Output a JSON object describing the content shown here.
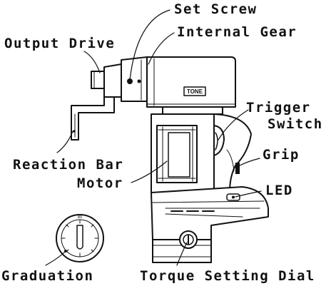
{
  "labels": {
    "set_screw": "Set Screw",
    "internal_gear": "Internal Gear",
    "output_drive": "Output Drive",
    "trigger_line1": "Trigger",
    "trigger_line2": "Switch",
    "grip": "Grip",
    "reaction_bar": "Reaction Bar",
    "motor": "Motor",
    "led": "LED",
    "graduation": "Graduation",
    "torque_dial": "Torque Setting Dial"
  },
  "brand_badge": "TONE",
  "dial_scale": {
    "top_mark": "80",
    "side_marks": [
      "",
      "",
      ""
    ]
  },
  "colors": {
    "ink": "#111111",
    "paper": "#ffffff"
  }
}
